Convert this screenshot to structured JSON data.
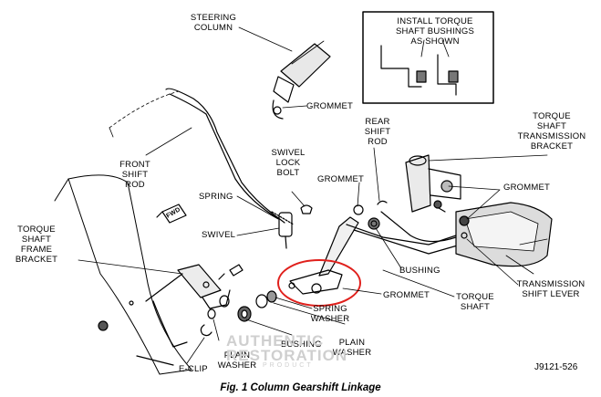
{
  "labels": {
    "steering_column": "STEERING\nCOLUMN",
    "grommet_top": "GROMMET",
    "install_note": "INSTALL TORQUE\nSHAFT BUSHINGS\nAS SHOWN",
    "front_shift_rod": "FRONT\nSHIFT\nROD",
    "swivel_lock_bolt": "SWIVEL\nLOCK\nBOLT",
    "rear_shift_rod": "REAR\nSHIFT\nROD",
    "torque_shaft_transmission_bracket": "TORQUE\nSHAFT\nTRANSMISSION\nBRACKET",
    "grommet_mid": "GROMMET",
    "grommet_right": "GROMMET",
    "spring": "SPRING",
    "swivel": "SWIVEL",
    "torque_shaft_frame_bracket": "TORQUE\nSHAFT\nFRAME\nBRACKET",
    "bushing_right": "BUSHING",
    "grommet_lower": "GROMMET",
    "torque_shaft": "TORQUE\nSHAFT",
    "transmission_shift_lever": "TRANSMISSION\nSHIFT LEVER",
    "spring_washer": "SPRING\nWASHER",
    "plain_washer_right": "PLAIN\nWASHER",
    "bushing_lower": "BUSHING",
    "plain_washer_left": "PLAIN\nWASHER",
    "e_clip": "E-CLIP",
    "fwd": "FWD"
  },
  "figure_code": "J9121-526",
  "caption": "Fig. 1 Column Gearshift Linkage",
  "watermark": "AUTHENTIC\nRESTORATION",
  "watermark_sub": "PRODUCT",
  "highlight_color": "#e0201c"
}
